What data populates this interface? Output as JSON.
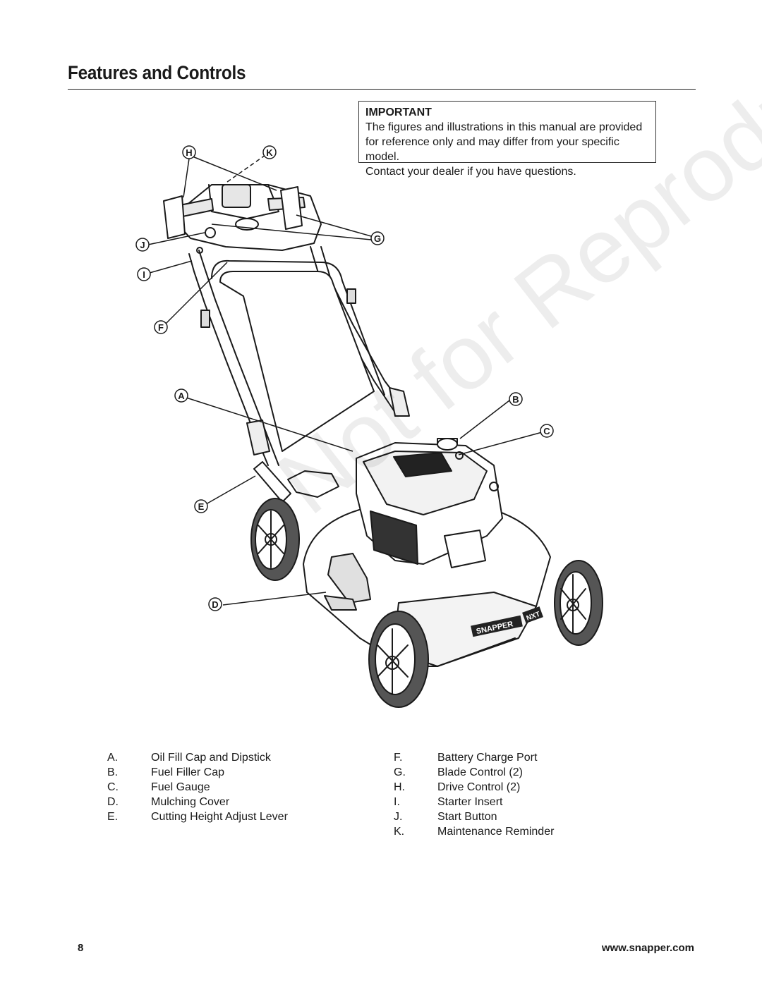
{
  "header": {
    "title": "Features and Controls"
  },
  "important": {
    "heading": "IMPORTANT",
    "lines": [
      "The figures and illustrations in this manual are provided",
      "for reference only and may differ from your specific model.",
      "Contact your dealer if you have questions."
    ]
  },
  "callouts": [
    "A",
    "B",
    "C",
    "D",
    "E",
    "F",
    "G",
    "H",
    "I",
    "J",
    "K"
  ],
  "watermark": "Not for Reproduction",
  "mower_decal": {
    "brand": "SNAPPER",
    "model": "NXT"
  },
  "legend": {
    "left": [
      {
        "key": "A.",
        "label": "Oil Fill Cap and Dipstick"
      },
      {
        "key": "B.",
        "label": "Fuel Filler Cap"
      },
      {
        "key": "C.",
        "label": "Fuel Gauge"
      },
      {
        "key": "D.",
        "label": "Mulching Cover"
      },
      {
        "key": "E.",
        "label": "Cutting Height Adjust Lever"
      }
    ],
    "right": [
      {
        "key": "F.",
        "label": "Battery Charge Port"
      },
      {
        "key": "G.",
        "label": "Blade Control (2)"
      },
      {
        "key": "H.",
        "label": "Drive Control (2)"
      },
      {
        "key": "I.",
        "label": "Starter Insert"
      },
      {
        "key": "J.",
        "label": "Start Button"
      },
      {
        "key": "K.",
        "label": "Maintenance Reminder"
      }
    ]
  },
  "footer": {
    "page_number": "8",
    "website": "www.snapper.com"
  }
}
